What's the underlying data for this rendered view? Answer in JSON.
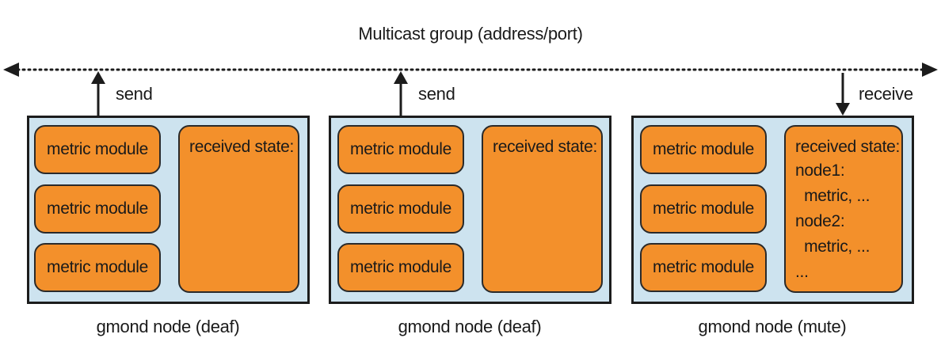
{
  "multicast_label": "Multicast group (address/port)",
  "nodes": [
    {
      "arrow_label": "send",
      "modules": [
        "metric module",
        "metric module",
        "metric module"
      ],
      "state_title": "received state:",
      "state_lines": [],
      "caption": "gmond node (deaf)"
    },
    {
      "arrow_label": "send",
      "modules": [
        "metric module",
        "metric module",
        "metric module"
      ],
      "state_title": "received state:",
      "state_lines": [],
      "caption": "gmond node (deaf)"
    },
    {
      "arrow_label": "receive",
      "modules": [
        "metric module",
        "metric module",
        "metric module"
      ],
      "state_title": "received state:",
      "state_lines": [
        "node1:",
        "  metric, ...",
        "node2:",
        "  metric, ...",
        "..."
      ],
      "caption": "gmond node (mute)"
    }
  ],
  "colors": {
    "node_fill": "#cde3ef",
    "module_fill": "#f3902b",
    "outline": "#1c1c1c"
  }
}
